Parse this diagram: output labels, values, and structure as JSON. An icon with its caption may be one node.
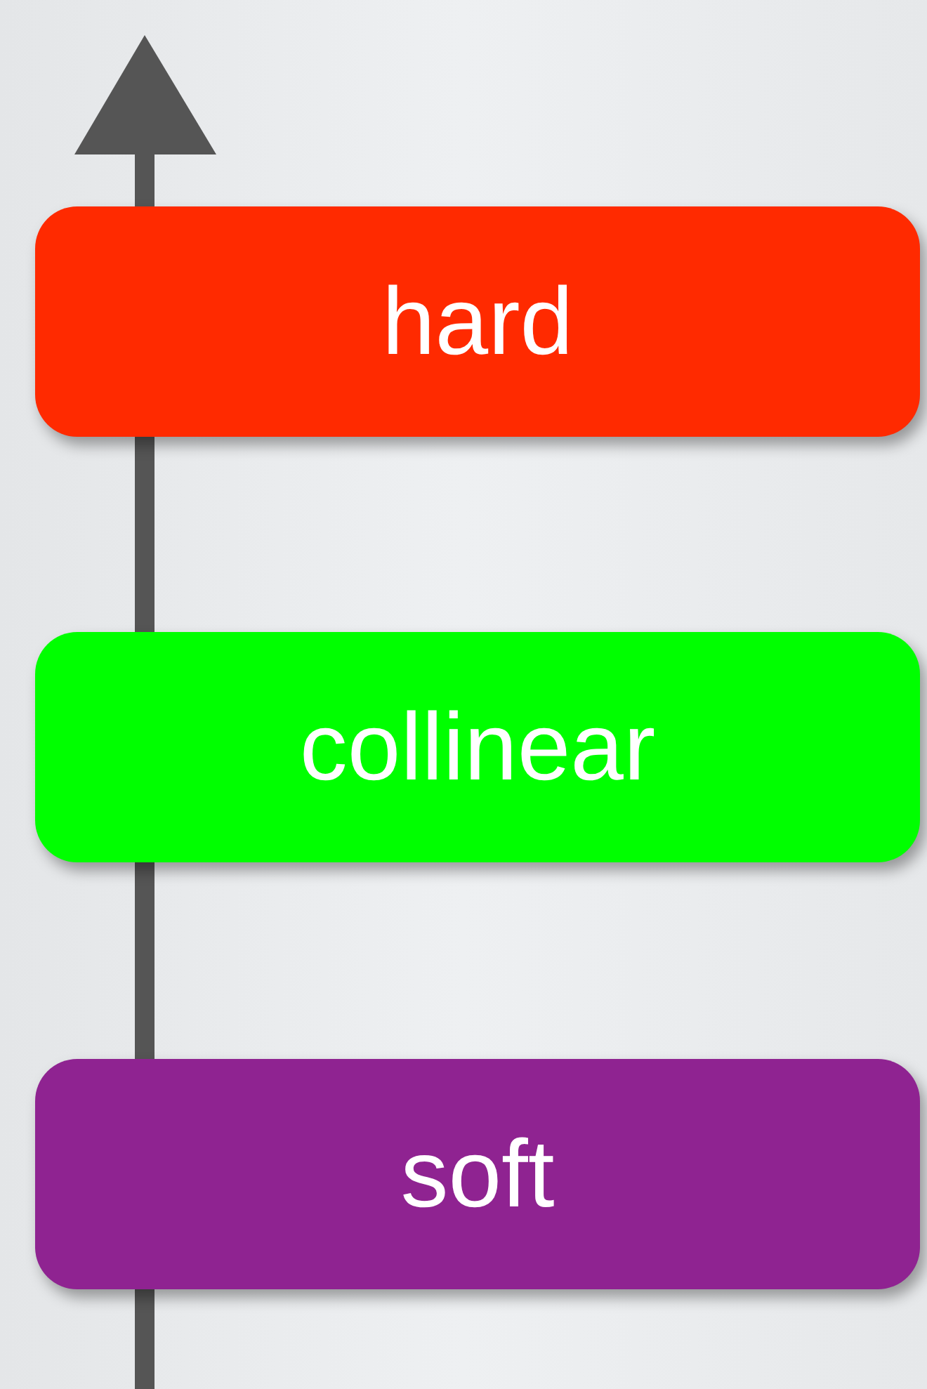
{
  "diagram": {
    "nodes": [
      {
        "text": [
          "hard"
        ]
      },
      {
        "text": [
          "collinear"
        ]
      },
      {
        "text": [
          "soft"
        ]
      }
    ]
  }
}
